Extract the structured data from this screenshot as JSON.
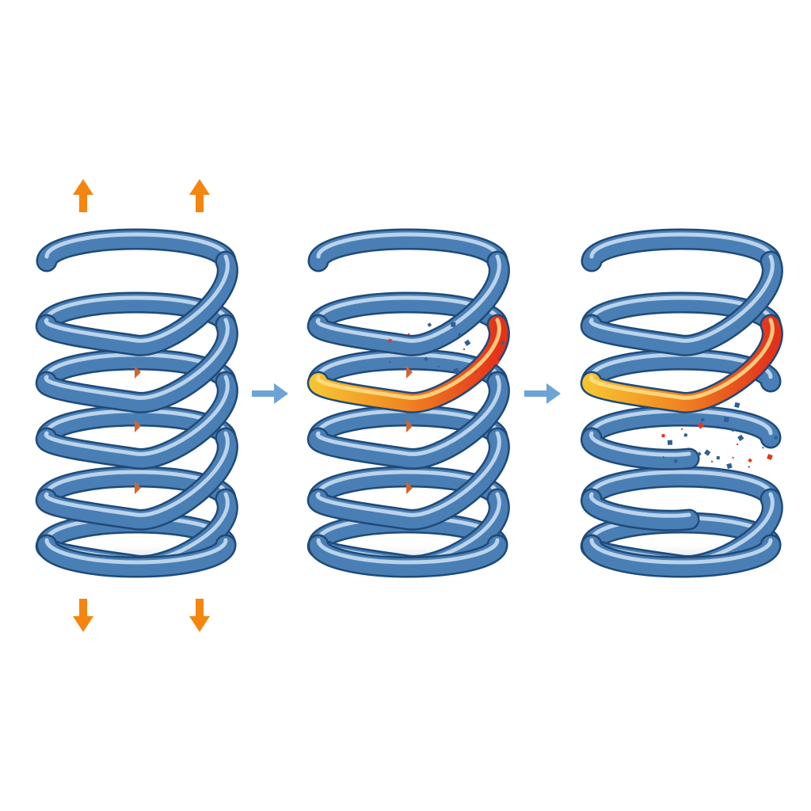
{
  "diagram": {
    "stages": [
      {
        "id": "stage-1",
        "state": "intact",
        "coil_count": 5
      },
      {
        "id": "stage-2",
        "state": "crack",
        "coil_count": 5,
        "overheated_coil": 2
      },
      {
        "id": "stage-3",
        "state": "fracture",
        "coil_count": 5,
        "overheated_coil": 2
      }
    ],
    "load_arrows": {
      "up": 2,
      "down": 2
    },
    "transition_arrows": 2
  },
  "colors": {
    "coil": "#4a7fb5",
    "coil_shade": "#2f5f93",
    "coil_dark": "#1f4a78",
    "coil_highlight": "#cfe2f5",
    "stress_hot": "#e8351c",
    "stress_warm": "#f6b531",
    "load_arrow": "#f5850f",
    "transition_arrow": "#6ea3d6",
    "crack": "#d2652f"
  }
}
